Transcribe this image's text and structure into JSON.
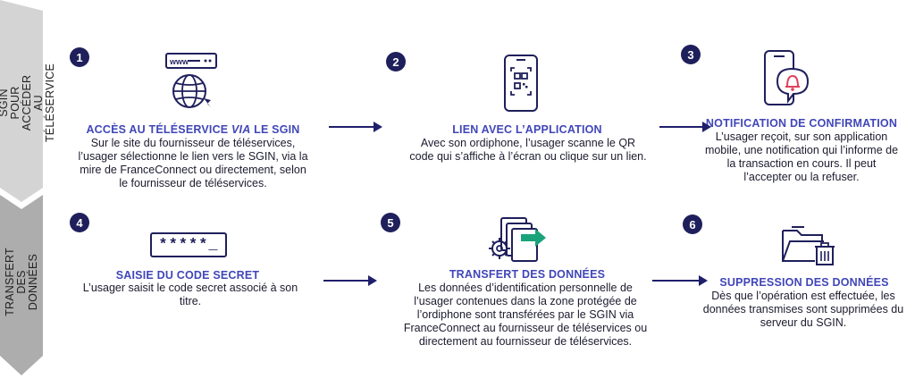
{
  "sections": [
    {
      "label": "Choix du SGIN\npour accéder\nau téléservice",
      "color": "#d4d4d4"
    },
    {
      "label": "Transfert\ndes données",
      "color": "#adadad"
    }
  ],
  "steps": [
    {
      "number": "1",
      "icon": "globe-url-icon",
      "title_pre": "ACCÈS AU TÉLÉSERVICE ",
      "title_italic": "VIA",
      "title_post": " LE SGIN",
      "desc": [
        "Sur le site du fournisseur de téléservices,",
        "l’usager sélectionne le lien vers le SGIN, via la",
        "mire de FranceConnect ou directement, selon",
        "le fournisseur de téléservices."
      ]
    },
    {
      "number": "2",
      "icon": "phone-qr-icon",
      "title": "LIEN AVEC L’APPLICATION",
      "desc": [
        "Avec son ordiphone, l’usager scanne le QR",
        "code qui s’affiche à l’écran ou clique sur un lien."
      ]
    },
    {
      "number": "3",
      "icon": "phone-notification-icon",
      "title": "NOTIFICATION DE CONFIRMATION",
      "desc": [
        "L’usager reçoit, sur son application",
        "mobile, une notification qui l’informe de",
        "la transaction en cours. Il peut",
        "l’accepter ou la refuser."
      ]
    },
    {
      "number": "4",
      "icon": "secret-code-icon",
      "code_text": "*****_",
      "title": "SAISIE DU CODE SECRET",
      "desc": [
        "L’usager saisit le code secret associé à son",
        "titre."
      ]
    },
    {
      "number": "5",
      "icon": "document-transfer-icon",
      "title": "TRANSFERT DES DONNÉES",
      "desc": [
        "Les données d’identification personnelle de",
        "l’usager contenues dans la zone protégée de",
        "l’ordiphone sont transférées par le SGIN via",
        "FranceConnect au fournisseur de téléservices ou",
        "directement au fournisseur de téléservices."
      ]
    },
    {
      "number": "6",
      "icon": "folder-delete-icon",
      "title": "SUPPRESSION DES DONNÉES",
      "desc": [
        "Dès que l’opération est effectuée, les",
        "données transmises sont supprimées du",
        "serveur du SGIN."
      ]
    }
  ],
  "url_text": "www",
  "colors": {
    "navy": "#1f1f5c",
    "title_blue": "#4046b8",
    "accent_green": "#1aa37a",
    "accent_red": "#e0405a"
  }
}
